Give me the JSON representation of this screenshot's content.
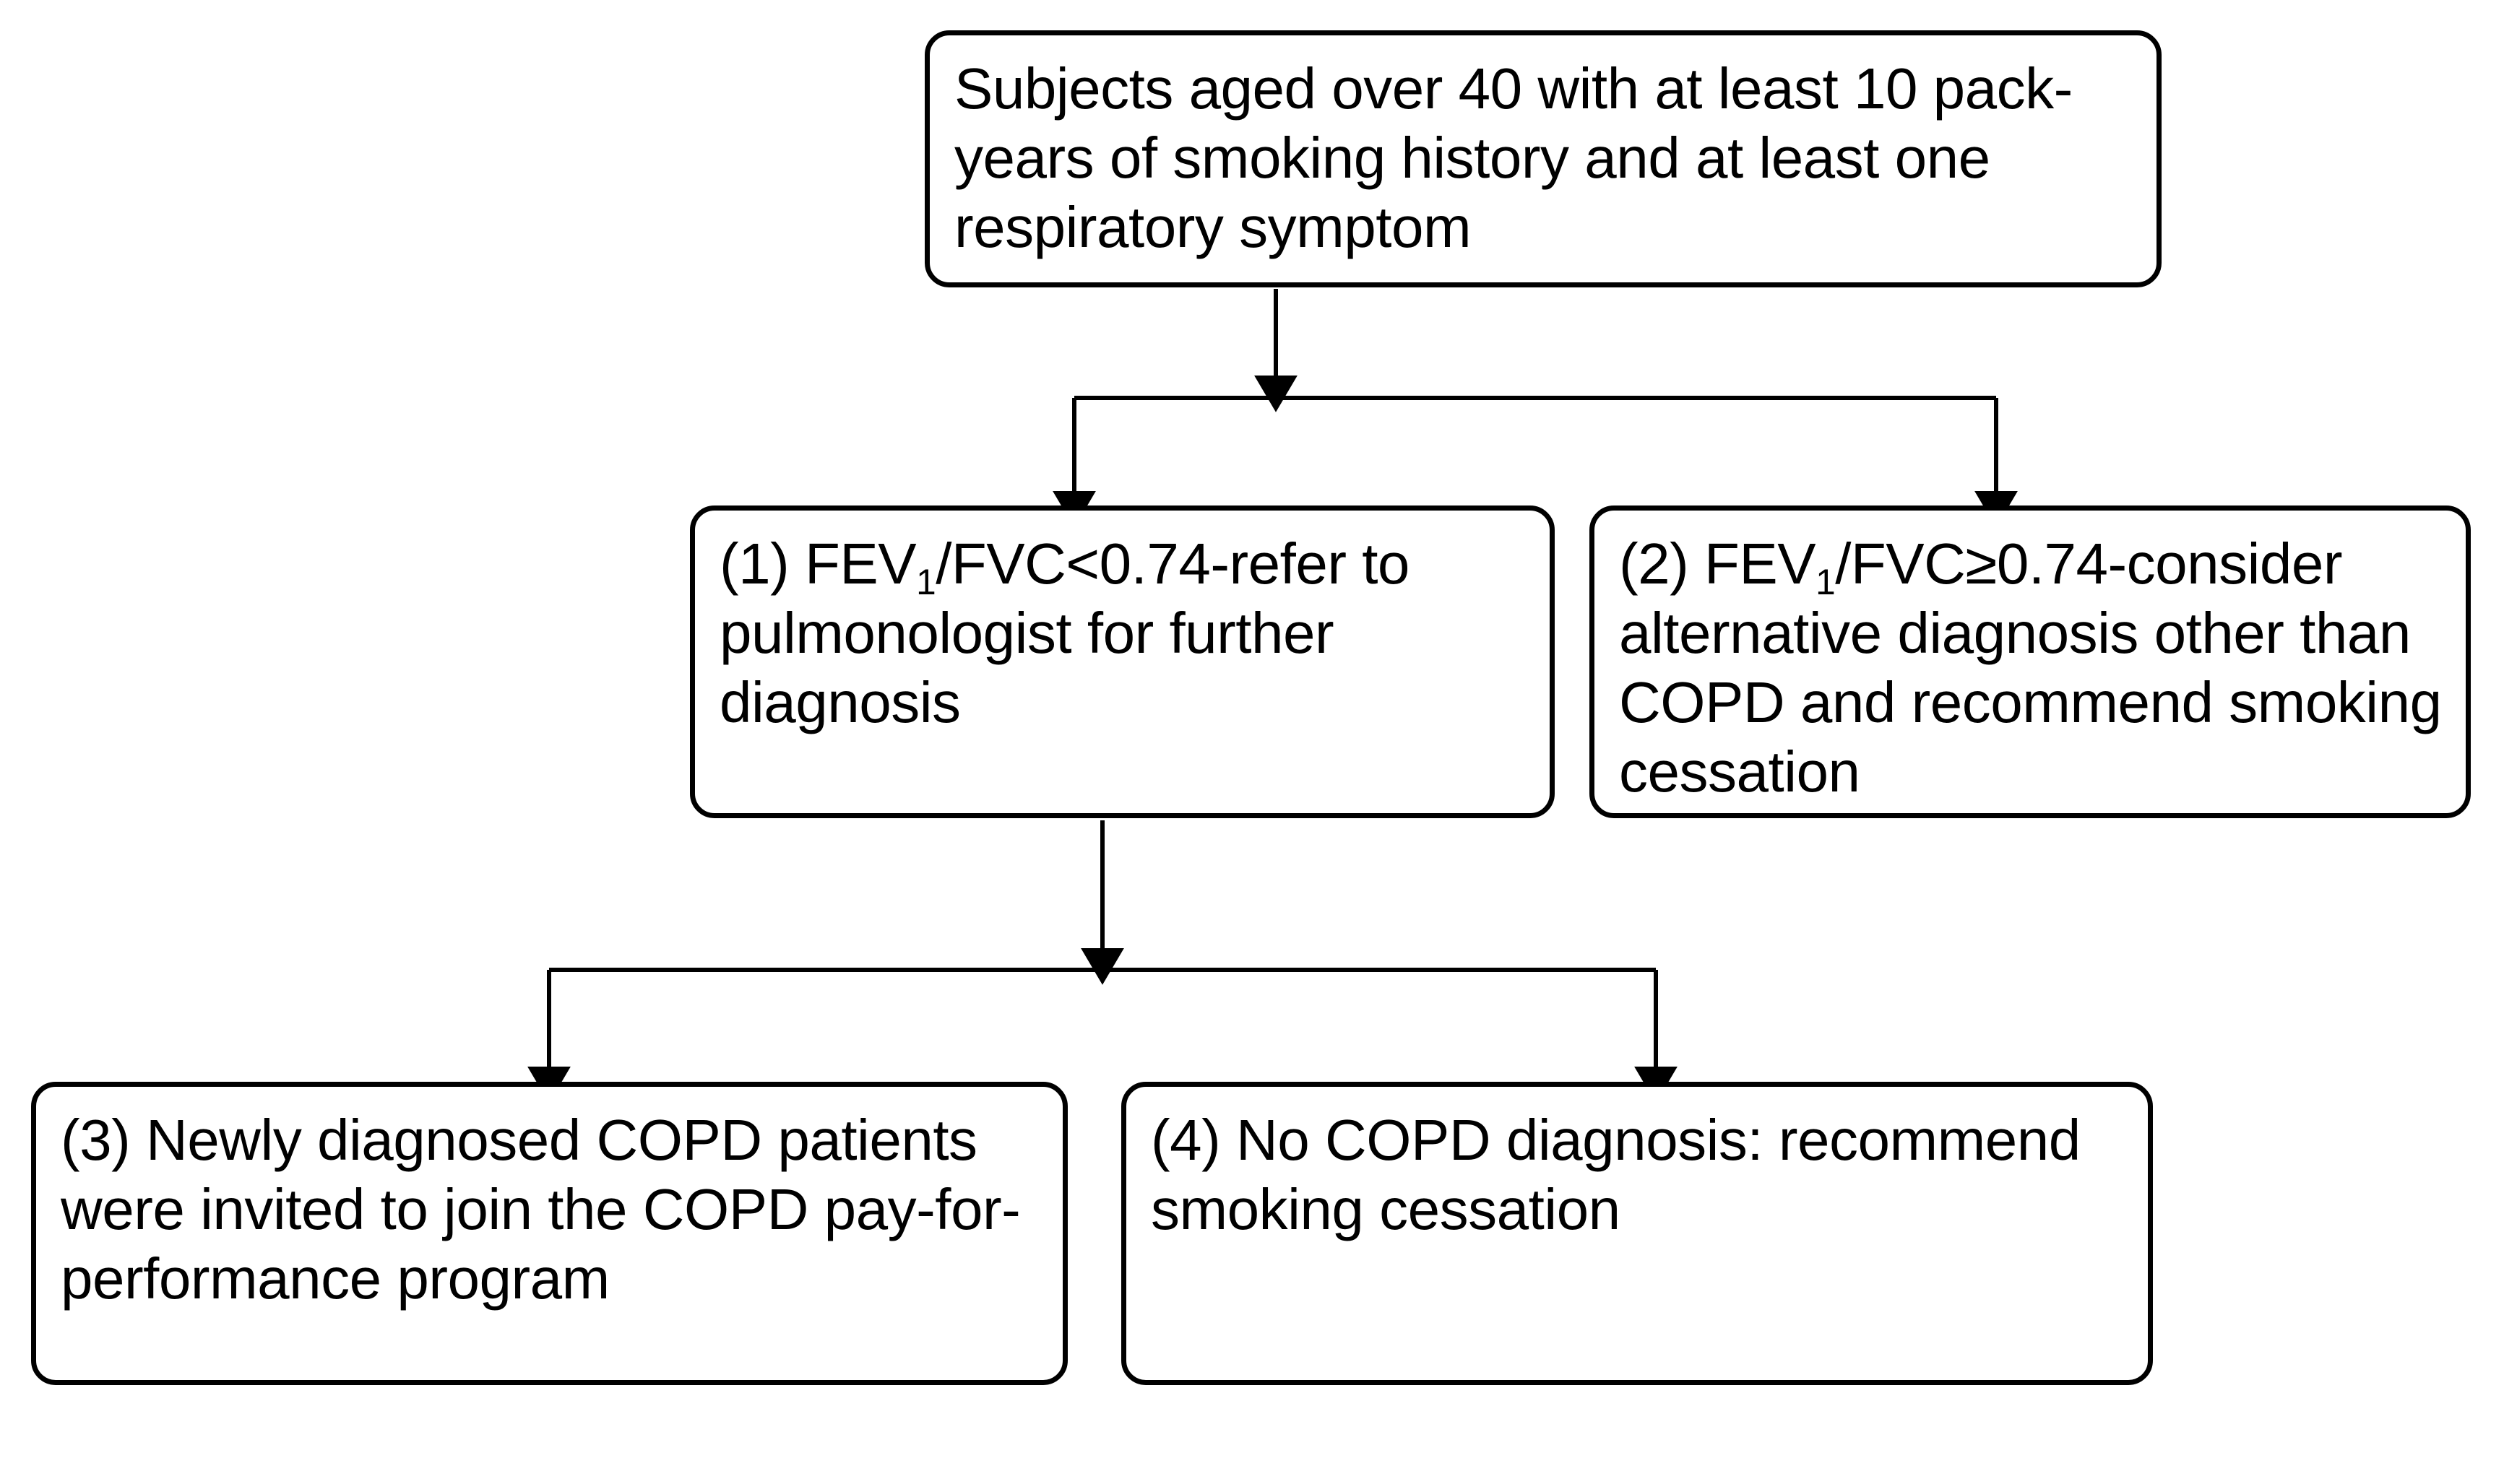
{
  "diagram": {
    "type": "flowchart",
    "title": "COPD case-finding and referral flowchart",
    "orientation": "top-down",
    "background_color": "#ffffff",
    "line_color": "#000000",
    "box_border_color": "#000000",
    "box_fill_color": "#ffffff",
    "nodes": [
      {
        "id": "top",
        "label": "eligibility-criteria",
        "text": "Subjects aged over 40 with at least 10 pack-years of smoking history and at least one respiratory symptom",
        "lines": [
          "Subjects aged over 40 with at least 10",
          "pack-years of smoking history and at",
          "least one respiratory symptom"
        ]
      },
      {
        "id": "n1",
        "label": "outcome-1-refer",
        "number": "(1)",
        "text_pre": "(1) FEV",
        "subscript": "1",
        "text_post": "/FVC<0.74-refer to pulmonologist for further diagnosis",
        "lines": [
          "(1) FEV1/FVC<0.74-refer to",
          "pulmonologist for further",
          "diagnosis"
        ]
      },
      {
        "id": "n2",
        "label": "outcome-2-alternative-diagnosis",
        "number": "(2)",
        "text_pre": "(2) FEV",
        "subscript": "1",
        "text_post": "/FVC≥0.74-consider alternative diagnosis other than COPD and recommend smoking cessation",
        "lines": [
          "(2) FEV1/FVC≥0.74-consider",
          "alternative diagnosis other",
          "than COPD and recommend",
          "smoking cessation"
        ]
      },
      {
        "id": "n3",
        "label": "outcome-3-pay-for-performance",
        "number": "(3)",
        "text": "(3) Newly diagnosed COPD patients were invited to join the COPD pay-for-performance program",
        "lines": [
          "(3) Newly diagnosed COPD",
          "patients were invited to join the",
          "COPD pay-for-performance",
          "program"
        ]
      },
      {
        "id": "n4",
        "label": "outcome-4-no-copd",
        "number": "(4)",
        "text": "(4) No COPD diagnosis: recommend smoking cessation",
        "lines": [
          "(4) No COPD diagnosis:",
          "recommend smoking cessation"
        ]
      }
    ],
    "edges": [
      {
        "from": "top",
        "to": "n1",
        "style": "orthogonal-arrow"
      },
      {
        "from": "top",
        "to": "n2",
        "style": "orthogonal-arrow"
      },
      {
        "from": "n1",
        "to": "n3",
        "style": "orthogonal-arrow"
      },
      {
        "from": "n1",
        "to": "n4",
        "style": "orthogonal-arrow"
      }
    ]
  }
}
